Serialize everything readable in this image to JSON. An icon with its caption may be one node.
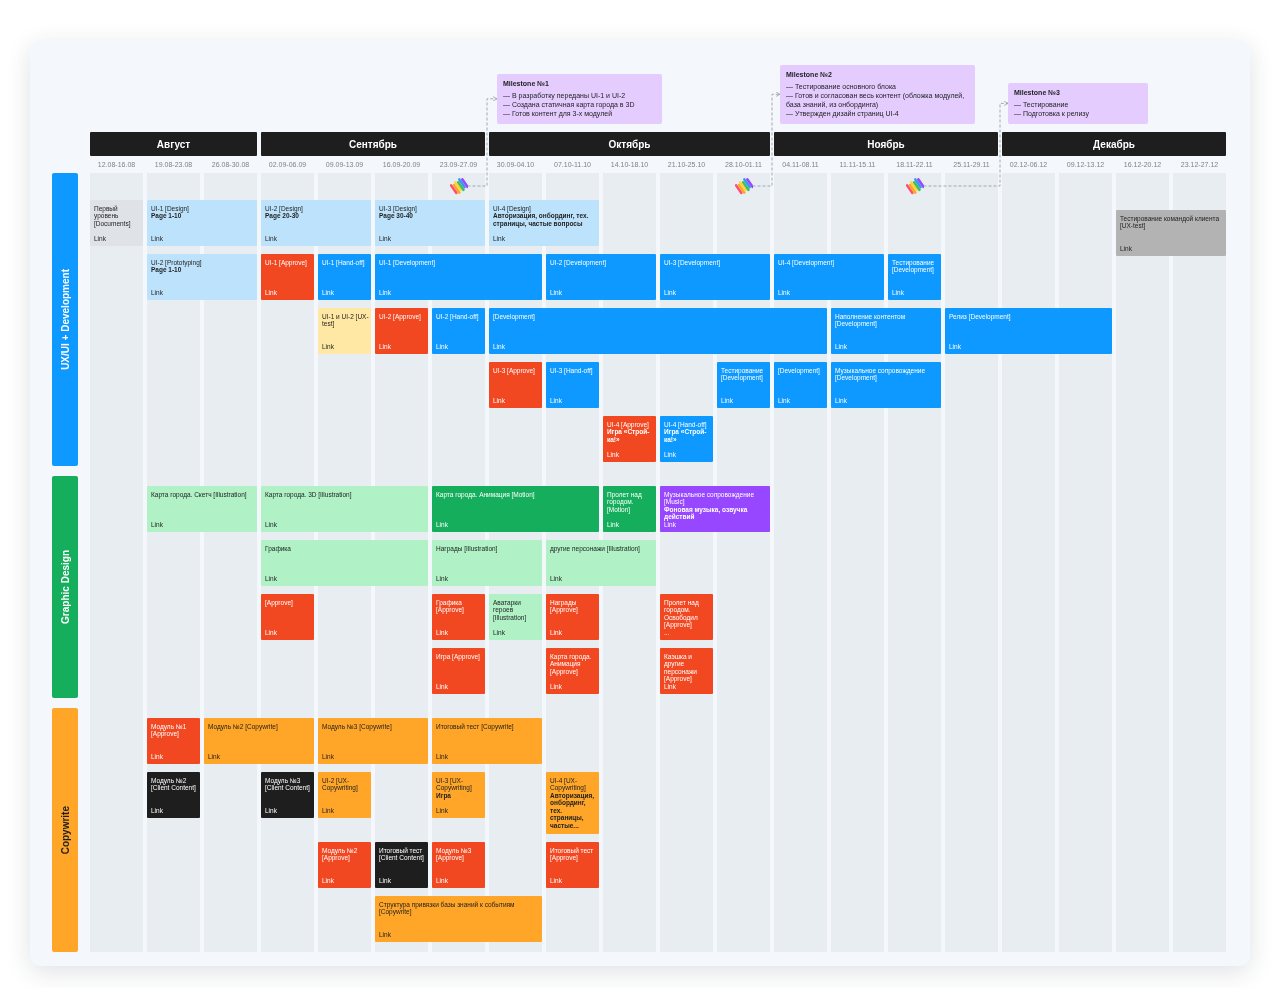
{
  "diagram": {
    "nodes": [
      {
        "text": [
          "Milestone №1",
          "— В разработку переданы UI-1 и UI-2",
          "— Создана статичная карта города в 3D",
          "— Готов контент для 3-х модулей"
        ]
      },
      {
        "text": [
          "Milestone №2",
          "— Тестирование основного блока",
          "— Готов и согласован весь контент (обложка модулей, база знаний, из онбординга)",
          "— Утвержден дизайн страниц UI-4"
        ]
      },
      {
        "text": [
          "Milestone №3",
          "— Тестирование",
          "— Подготовка к релизу"
        ]
      },
      {
        "text": [
          "Август"
        ]
      },
      {
        "text": [
          "Сентябрь"
        ]
      },
      {
        "text": [
          "Октябрь"
        ]
      },
      {
        "text": [
          "Ноябрь"
        ]
      },
      {
        "text": [
          "Декабрь"
        ]
      },
      {
        "text": [],
        "shape": "picture"
      },
      {
        "text": [],
        "shape": "picture"
      },
      {
        "text": [],
        "shape": "picture"
      },
      {
        "text": [
          "UX/UI + Development"
        ]
      },
      {
        "text": [
          "Первый уровень [Documents]",
          "Link"
        ]
      },
      {
        "text": [
          "UI-1 [Design]",
          "Page 1-10",
          "Link"
        ]
      },
      {
        "text": [
          "UI-2 [Design]",
          "Page 20-30",
          "Link"
        ]
      },
      {
        "text": [
          "UI-3 [Design]",
          "Page 30-40",
          "Link"
        ]
      },
      {
        "text": [
          "UI-4 [Design]",
          "Авторизация, онбординг, тех. страницы, частые вопросы",
          "Link"
        ]
      },
      {
        "text": [
          "Тестирование командой клиента [UX-test]",
          "Link"
        ]
      },
      {
        "text": [
          "UI-2 [Prototyping]",
          "Page 1-10",
          "Link"
        ]
      },
      {
        "text": [
          "UI-1 [Approve]",
          "Link"
        ]
      },
      {
        "text": [
          "UI-1 [Hand-off]",
          "Link"
        ]
      },
      {
        "text": [
          "UI-1 [Development]",
          "Link"
        ]
      },
      {
        "text": [
          "UI-2 [Development]",
          "Link"
        ]
      },
      {
        "text": [
          "UI-3 [Development]",
          "Link"
        ]
      },
      {
        "text": [
          "UI-4 [Development]",
          "Link"
        ]
      },
      {
        "text": [
          "Тестирование [Development]",
          "Link"
        ]
      },
      {
        "text": [
          "UI-1 и UI-2 [UX-test]",
          "Link"
        ]
      },
      {
        "text": [
          "UI-2 [Approve]",
          "Link"
        ]
      },
      {
        "text": [
          "UI-2 [Hand-off]",
          "Link"
        ]
      },
      {
        "text": [
          "[Development]",
          "Link"
        ]
      },
      {
        "text": [
          "Наполнение контентом [Development]",
          "Link"
        ]
      },
      {
        "text": [
          "Релиз [Development]",
          "Link"
        ]
      },
      {
        "text": [
          "UI-3 [Approve]",
          "Link"
        ]
      },
      {
        "text": [
          "UI-3 [Hand-off]",
          "Link"
        ]
      },
      {
        "text": [
          "Тестирование [Development]",
          "Link"
        ]
      },
      {
        "text": [
          "[Development]",
          "Link"
        ]
      },
      {
        "text": [
          "Музыкальное сопровождение [Development]",
          "Link"
        ]
      },
      {
        "text": [
          "UI-4 [Approve]",
          "Игра «Строй-ка!»",
          "Link"
        ]
      },
      {
        "text": [
          "UI-4 [Hand-off]",
          "Игра «Строй-ка!»",
          "Link"
        ]
      },
      {
        "text": [
          "Graphic Design"
        ]
      },
      {
        "text": [
          "Карта города. Скетч [Illustration]",
          "Link"
        ]
      },
      {
        "text": [
          "Карта города. 3D [Illustration]",
          "Link"
        ]
      },
      {
        "text": [
          "Карта города. Анимация [Motion]",
          "Link"
        ]
      },
      {
        "text": [
          "Пролет над городом. [Motion]",
          "Link"
        ]
      },
      {
        "text": [
          "Музыкальное сопровождение [Music]",
          "Фоновая музыка, озвучка действий",
          "Link"
        ]
      },
      {
        "text": [
          "Графика",
          "Link"
        ]
      },
      {
        "text": [
          "Награды [Illustration]",
          "Link"
        ]
      },
      {
        "text": [
          "другие персонажи [Illustration]",
          "Link"
        ]
      },
      {
        "text": [
          "[Approve]",
          "Link"
        ]
      },
      {
        "text": [
          "Графика [Approve]",
          "Link"
        ]
      },
      {
        "text": [
          "Аватарки героев [Illustration]",
          "Link"
        ]
      },
      {
        "text": [
          "Награды [Approve]",
          "Link"
        ]
      },
      {
        "text": [
          "Пролет над городом. Освободил [Approve]",
          "..."
        ]
      },
      {
        "text": [
          "Игра [Approve]",
          "Link"
        ]
      },
      {
        "text": [
          "Карта города. Анимация [Approve]",
          "Link"
        ]
      },
      {
        "text": [
          "Каэшка и другие персонажи [Approve]",
          "Link"
        ]
      },
      {
        "text": [
          "Copywrite"
        ]
      },
      {
        "text": [
          "Модуль №1 [Approve]",
          "Link"
        ]
      },
      {
        "text": [
          "Модуль №2 [Copywrite]",
          "Link"
        ]
      },
      {
        "text": [
          "Модуль №3 [Copywrite]",
          "Link"
        ]
      },
      {
        "text": [
          "Итоговый тест [Copywrite]",
          "Link"
        ]
      },
      {
        "text": [
          "Модуль №2 [Client Content]",
          "Link"
        ]
      },
      {
        "text": [
          "Модуль №3 [Client Content]",
          "Link"
        ]
      },
      {
        "text": [
          "UI-2 [UX-Copywriting]",
          "Link"
        ]
      },
      {
        "text": [
          "UI-3 [UX-Copywriting]",
          "Игра",
          "Link"
        ]
      },
      {
        "text": [
          "UI-4 [UX-Copywriting]",
          "Авторизация, онбординг, тех. страницы, частые..."
        ]
      },
      {
        "text": [
          "Модуль №2 [Approve]",
          "Link"
        ]
      },
      {
        "text": [
          "Итоговый тест [Client Content]",
          "Link"
        ]
      },
      {
        "text": [
          "Модуль №3 [Approve]",
          "Link"
        ]
      },
      {
        "text": [
          "Итоговый тест [Approve]",
          "Link"
        ]
      },
      {
        "text": [
          "Структура привязки базы знаний к событиям [Copywrite]",
          "Link"
        ]
      }
    ],
    "edges": [
      {
        "from": 8,
        "to": 0,
        "arrow": "to",
        "style": "dashed"
      },
      {
        "from": 9,
        "to": 1,
        "arrow": "to",
        "style": "dashed"
      },
      {
        "from": 10,
        "to": 2,
        "arrow": "to",
        "style": "dashed"
      }
    ],
    "labels": [
      "12.08-16.08",
      "19.08-23.08",
      "26.08-30.08",
      "02.09-06.09",
      "09.09-13.09",
      "16.09-20.09",
      "23.09-27.09",
      "30.09-04.10",
      "07.10-11.10",
      "14.10-18.10",
      "21.10-25.10",
      "28.10-01.11",
      "04.11-08.11",
      "11.11-15.11",
      "18.11-22.11",
      "25.11-29.11",
      "02.12-06.12",
      "09.12-13.12",
      "16.12-20.12",
      "23.12-27.12"
    ]
  }
}
